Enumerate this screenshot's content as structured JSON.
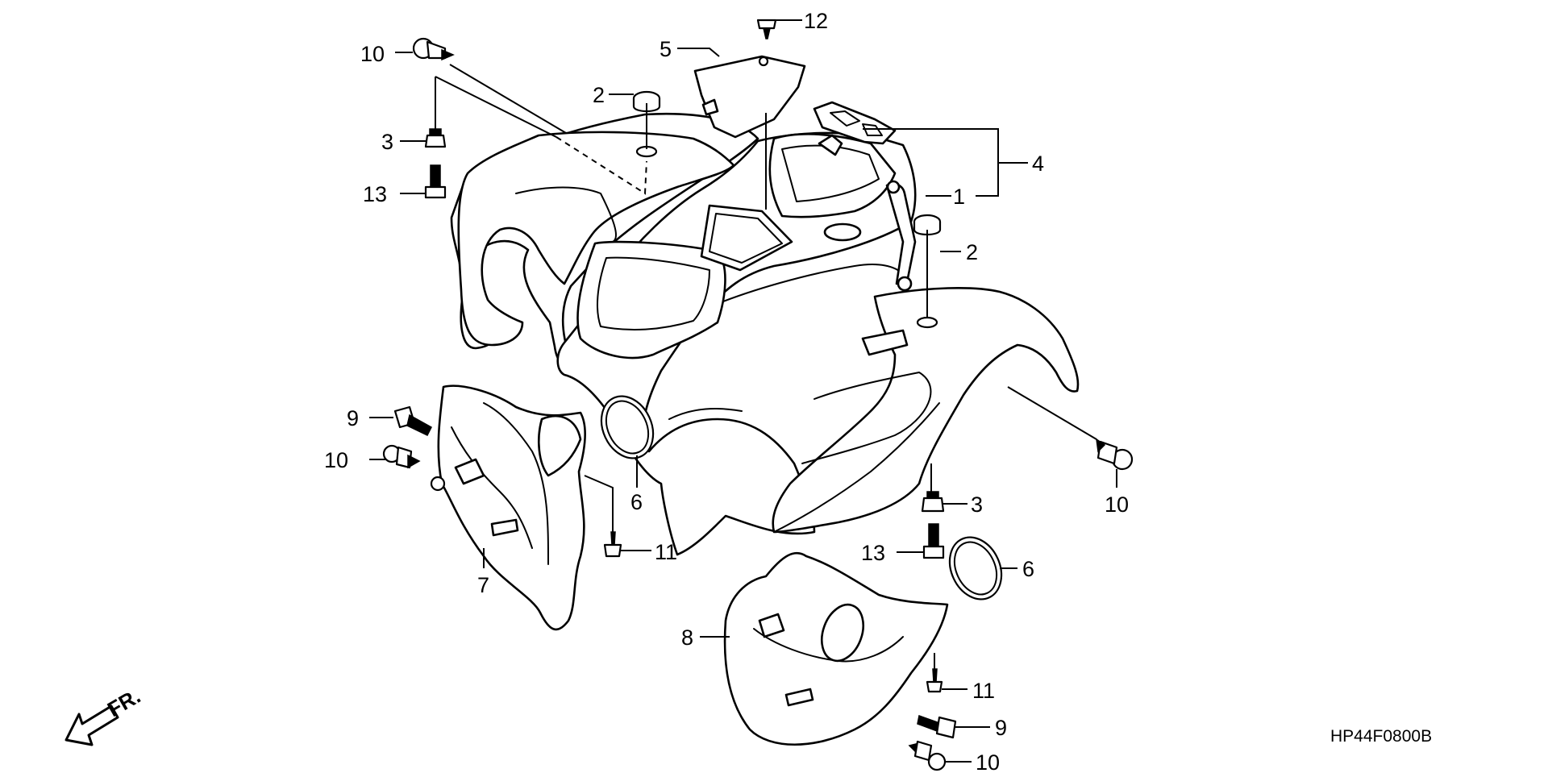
{
  "diagram_code": "HP44F0800B",
  "front_indicator": "FR.",
  "callouts": [
    {
      "id": "c-12",
      "text": "12"
    },
    {
      "id": "c-5",
      "text": "5"
    },
    {
      "id": "c-10-tl",
      "text": "10"
    },
    {
      "id": "c-2-top",
      "text": "2"
    },
    {
      "id": "c-3-left",
      "text": "3"
    },
    {
      "id": "c-13-left",
      "text": "13"
    },
    {
      "id": "c-4",
      "text": "4"
    },
    {
      "id": "c-1",
      "text": "1"
    },
    {
      "id": "c-2-right",
      "text": "2"
    },
    {
      "id": "c-9-left",
      "text": "9"
    },
    {
      "id": "c-10-left",
      "text": "10"
    },
    {
      "id": "c-6-left",
      "text": "6"
    },
    {
      "id": "c-11-left",
      "text": "11"
    },
    {
      "id": "c-7",
      "text": "7"
    },
    {
      "id": "c-10-right",
      "text": "10"
    },
    {
      "id": "c-3-right",
      "text": "3"
    },
    {
      "id": "c-13-right",
      "text": "13"
    },
    {
      "id": "c-6-right",
      "text": "6"
    },
    {
      "id": "c-8",
      "text": "8"
    },
    {
      "id": "c-11-right",
      "text": "11"
    },
    {
      "id": "c-9-right",
      "text": "9"
    },
    {
      "id": "c-10-bottom",
      "text": "10"
    }
  ]
}
